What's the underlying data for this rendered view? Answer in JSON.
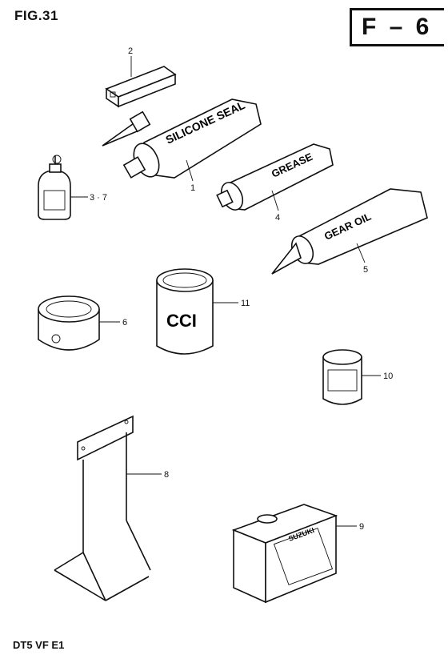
{
  "figure_label": "FIG.31",
  "section_code": "F – 6",
  "footer": "DT5 VF E1",
  "callouts": [
    {
      "id": "1",
      "text": "1"
    },
    {
      "id": "2",
      "text": "2"
    },
    {
      "id": "3",
      "text": "3 · 7"
    },
    {
      "id": "4",
      "text": "4"
    },
    {
      "id": "5",
      "text": "5"
    },
    {
      "id": "6",
      "text": "6"
    },
    {
      "id": "8",
      "text": "8"
    },
    {
      "id": "9",
      "text": "9"
    },
    {
      "id": "10",
      "text": "10"
    },
    {
      "id": "11",
      "text": "11"
    }
  ],
  "part_texts": {
    "silicone": "SILICONE SEAL",
    "grease": "GREASE",
    "gear_oil": "GEAR OIL",
    "cci": "CCI",
    "suzuki": "SUZUKI"
  }
}
